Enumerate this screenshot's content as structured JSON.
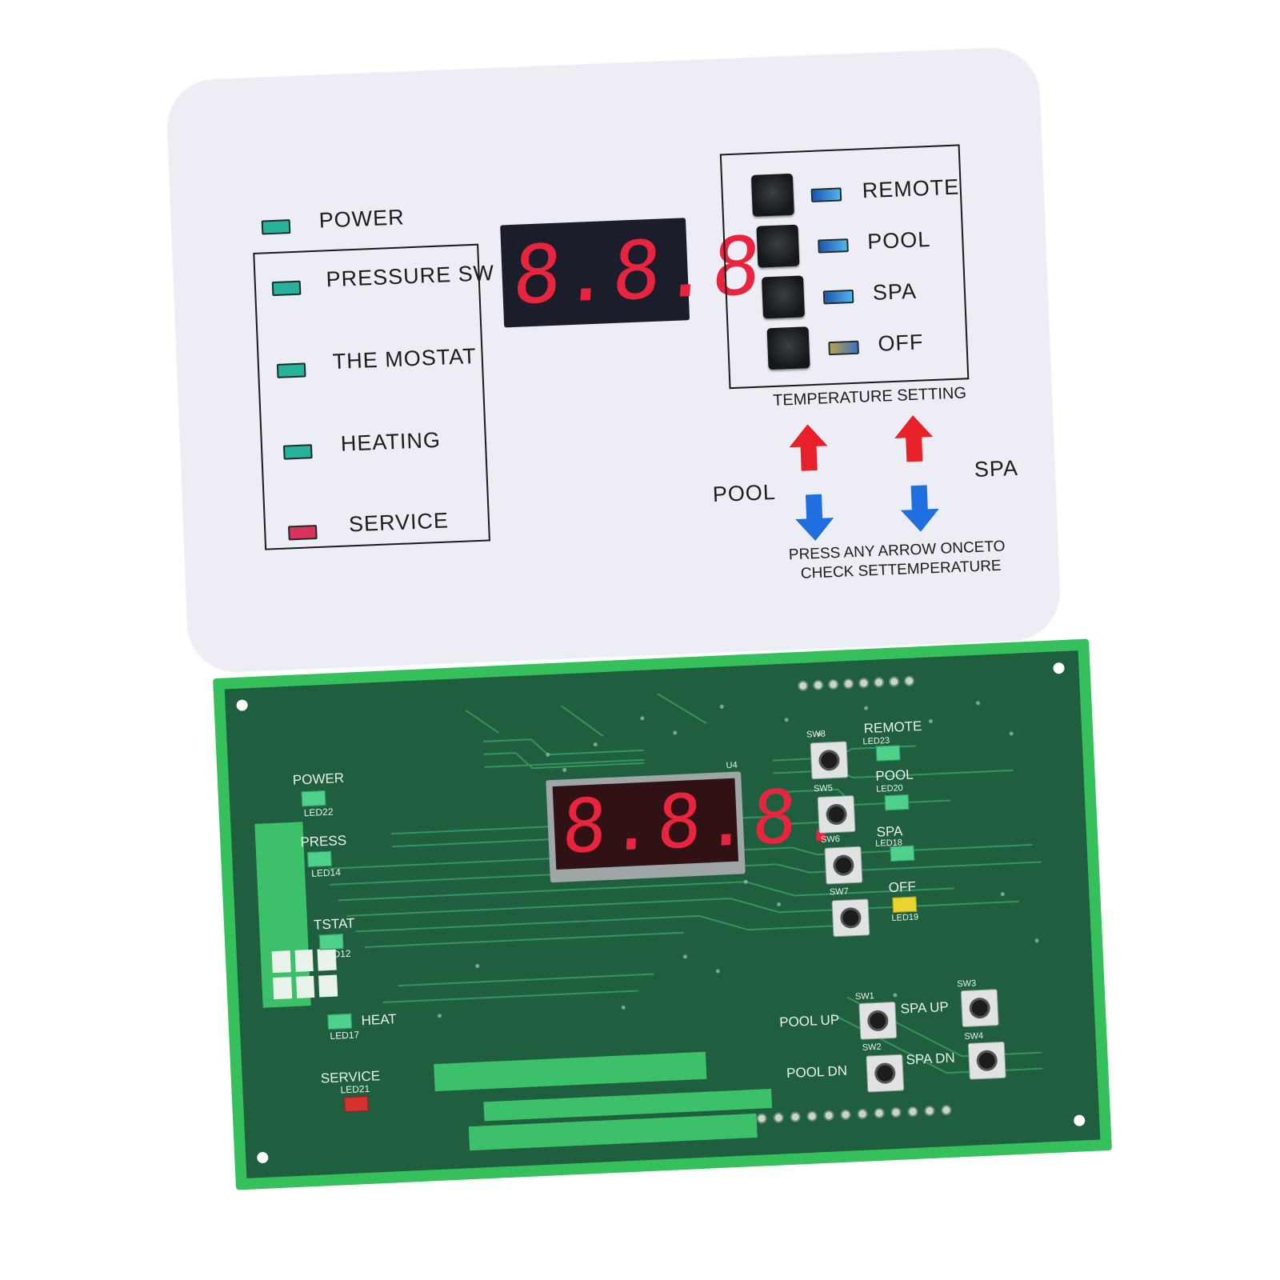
{
  "overlay": {
    "display_text": "8.8.8.",
    "indicators": [
      {
        "label": "POWER",
        "color": "green"
      },
      {
        "label": "PRESSURE SW",
        "color": "green"
      },
      {
        "label": "THE  MOSTAT",
        "color": "green"
      },
      {
        "label": "HEATING",
        "color": "green"
      },
      {
        "label": "SERVICE",
        "color": "red"
      }
    ],
    "modes": [
      {
        "label": "REMOTE"
      },
      {
        "label": "POOL"
      },
      {
        "label": "SPA"
      },
      {
        "label": "OFF"
      }
    ],
    "temperature_setting_label": "TEMPERATURE  SETTING",
    "pool_label": "POOL",
    "spa_label": "SPA",
    "press_note_line1": "PRESS ANY ARROW ONCETO",
    "press_note_line2": "CHECK SETTEMPERATURE"
  },
  "pcb": {
    "display_text": "8.8.8.",
    "labels": {
      "power": "POWER",
      "led22": "LED22",
      "press": "PRESS",
      "led14": "LED14",
      "tstat": "TSTAT",
      "led12": "LED12",
      "heat": "HEAT",
      "led17": "LED17",
      "service": "SERVICE",
      "led21": "LED21",
      "u4": "U4",
      "remote": "REMOTE",
      "led23": "LED23",
      "sw8": "SW8",
      "pool": "POOL",
      "led20": "LED20",
      "sw5": "SW5",
      "spa": "SPA",
      "led18": "LED18",
      "sw6": "SW6",
      "off": "OFF",
      "led19": "LED19",
      "sw7": "SW7",
      "pool_up": "POOL  UP",
      "sw1": "SW1",
      "pool_dn": "POOL  DN",
      "sw2": "SW2",
      "spa_up": "SPA  UP",
      "sw3": "SW3",
      "spa_dn": "SPA  DN",
      "sw4": "SW4"
    }
  },
  "colors": {
    "panel_bg": "#ecedf5",
    "led_green": "#27b39b",
    "led_red": "#d8345b",
    "arrow_up": "#e8202a",
    "arrow_down": "#1f6fe0",
    "pcb_green": "#1f5f3f",
    "pcb_border": "#35c05c",
    "seven_seg": "#e8243f"
  }
}
